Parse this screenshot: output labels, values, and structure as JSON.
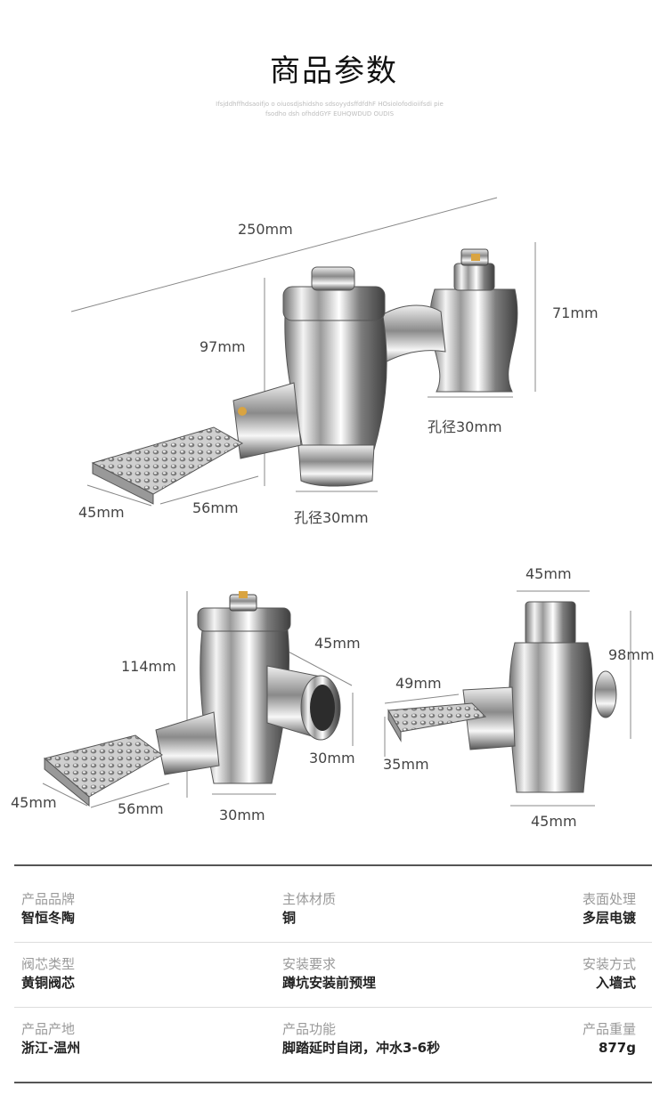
{
  "header": {
    "title": "商品参数",
    "subtitle": "Ifsjddhffhdsaoifjo o    oiuosdjshidsho  sdsoyydsffdfdhF   HOsiolofodioiifsdi    pie\nfsodho   dsh ofhddGYF   EUHQWDUD OUDIS"
  },
  "dimensions": {
    "d250": "250mm",
    "d71": "71mm",
    "d97": "97mm",
    "hole30a": "孔径30mm",
    "d45a": "45mm",
    "d56a": "56mm",
    "hole30b": "孔径30mm",
    "d114": "114mm",
    "d45b": "45mm",
    "d30a": "30mm",
    "d45c": "45mm",
    "d56b": "56mm",
    "d30b": "30mm",
    "d45top": "45mm",
    "d98": "98mm",
    "d49": "49mm",
    "d35": "35mm",
    "d45bottom": "45mm"
  },
  "specs": [
    {
      "label": "产品品牌",
      "value": "智恒冬陶"
    },
    {
      "label": "主体材质",
      "value": "铜"
    },
    {
      "label": "表面处理",
      "value": "多层电镀"
    },
    {
      "label": "阀芯类型",
      "value": "黄铜阀芯"
    },
    {
      "label": "安装要求",
      "value": "蹲坑安装前预埋"
    },
    {
      "label": "安装方式",
      "value": "入墙式"
    },
    {
      "label": "产品产地",
      "value": "浙江-温州"
    },
    {
      "label": "产品功能",
      "value": "脚踏延时自闭，冲水3-6秒"
    },
    {
      "label": "产品重量",
      "value": "877g"
    }
  ]
}
